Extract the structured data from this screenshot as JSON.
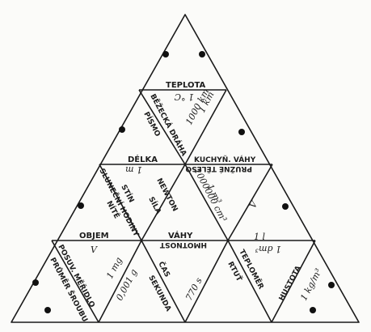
{
  "puzzle": {
    "cards": {
      "top": {
        "a": "TEPLOTA",
        "b": "1 °C",
        "c": "BĚŽECKÁ DRÁHA",
        "d": "1 km",
        "e": "PÍSMO",
        "f": "1000 km"
      },
      "mid_left": {
        "a": "DÉLKA",
        "b": "1 m",
        "c": "SLUNEČNÍ HODINY",
        "d": "STÍN",
        "e": "NÍTĚ"
      },
      "mid_center": {
        "a": "KUCHYŇ. VÁHY",
        "b": "NEWTON",
        "c": "SÍLA",
        "d": "1000000 cm³",
        "e": "1 m³"
      },
      "mid_right": {
        "a": "PRUŽNÉ TĚLESO",
        "b": "1 l",
        "c": "V"
      },
      "bottom": {
        "a": "OBJEM",
        "b": "VÁHY",
        "c": "HMOTNOST",
        "d": "ČAS",
        "e": "SEKUNDA",
        "f": "TEPLOMĚR",
        "g": "HUSTOTA",
        "h": "RTUŤ",
        "i": "POSUV. MĚŘIDLO",
        "j": "PRŮMĚR ŠROUBU",
        "k": "0,001 g",
        "l": "1 mg",
        "m": "770 s",
        "n": "1 dm³",
        "o": "1 kg/m³",
        "p": "V"
      }
    }
  }
}
